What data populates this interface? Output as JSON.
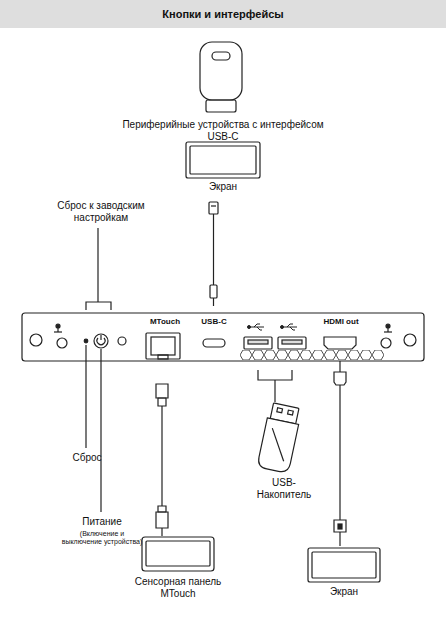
{
  "diagram": {
    "title": "Кнопки и интерфейсы",
    "labels": [
      "Периферийные устройства с интерфейсом USB-C",
      "Экран",
      "Сброс к заводским настройкам",
      "MTouch",
      "USB-C",
      "HDMI out",
      "Сброс",
      "USB-Накопитель",
      "Питание",
      "(Включение и выключение устройства)",
      "Сенсорная панель MTouch",
      "Экран"
    ]
  }
}
